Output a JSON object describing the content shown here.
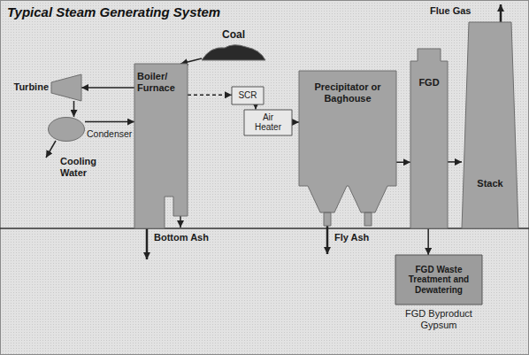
{
  "diagram": {
    "title": "Typical Steam Generating System",
    "nodes": [
      {
        "text": [
          "Coal"
        ]
      },
      {
        "text": [
          "Boiler/ Furnace"
        ]
      },
      {
        "text": [
          "Turbine"
        ]
      },
      {
        "text": [
          "Condenser"
        ]
      },
      {
        "text": [
          "SCR"
        ]
      },
      {
        "text": [
          "Air Heater"
        ]
      },
      {
        "text": [
          "Precipitator or Baghouse"
        ]
      },
      {
        "text": [
          "FGD"
        ]
      },
      {
        "text": [
          "Stack"
        ]
      },
      {
        "text": [
          "FGD Waste Treatment and Dewatering"
        ]
      }
    ],
    "edges": [
      {
        "from": 0,
        "to": 1,
        "arrow": "to"
      },
      {
        "from": 1,
        "to": 2,
        "arrow": "to"
      },
      {
        "from": 2,
        "to": 3,
        "arrow": "to"
      },
      {
        "from": 3,
        "to": 1,
        "arrow": "to"
      },
      {
        "from": 1,
        "to": 4,
        "arrow": "to"
      },
      {
        "from": 4,
        "to": 5,
        "arrow": "to"
      },
      {
        "from": 5,
        "to": 6,
        "arrow": "to"
      },
      {
        "from": 6,
        "to": 7,
        "arrow": "to"
      },
      {
        "from": 7,
        "to": 8,
        "arrow": "to"
      },
      {
        "from": 7,
        "to": 9,
        "arrow": "to"
      }
    ],
    "labels": [
      "Flue Gas",
      "Cooling Water",
      "Bottom Ash",
      "Fly Ash",
      "FGD Byproduct Gypsum"
    ]
  }
}
